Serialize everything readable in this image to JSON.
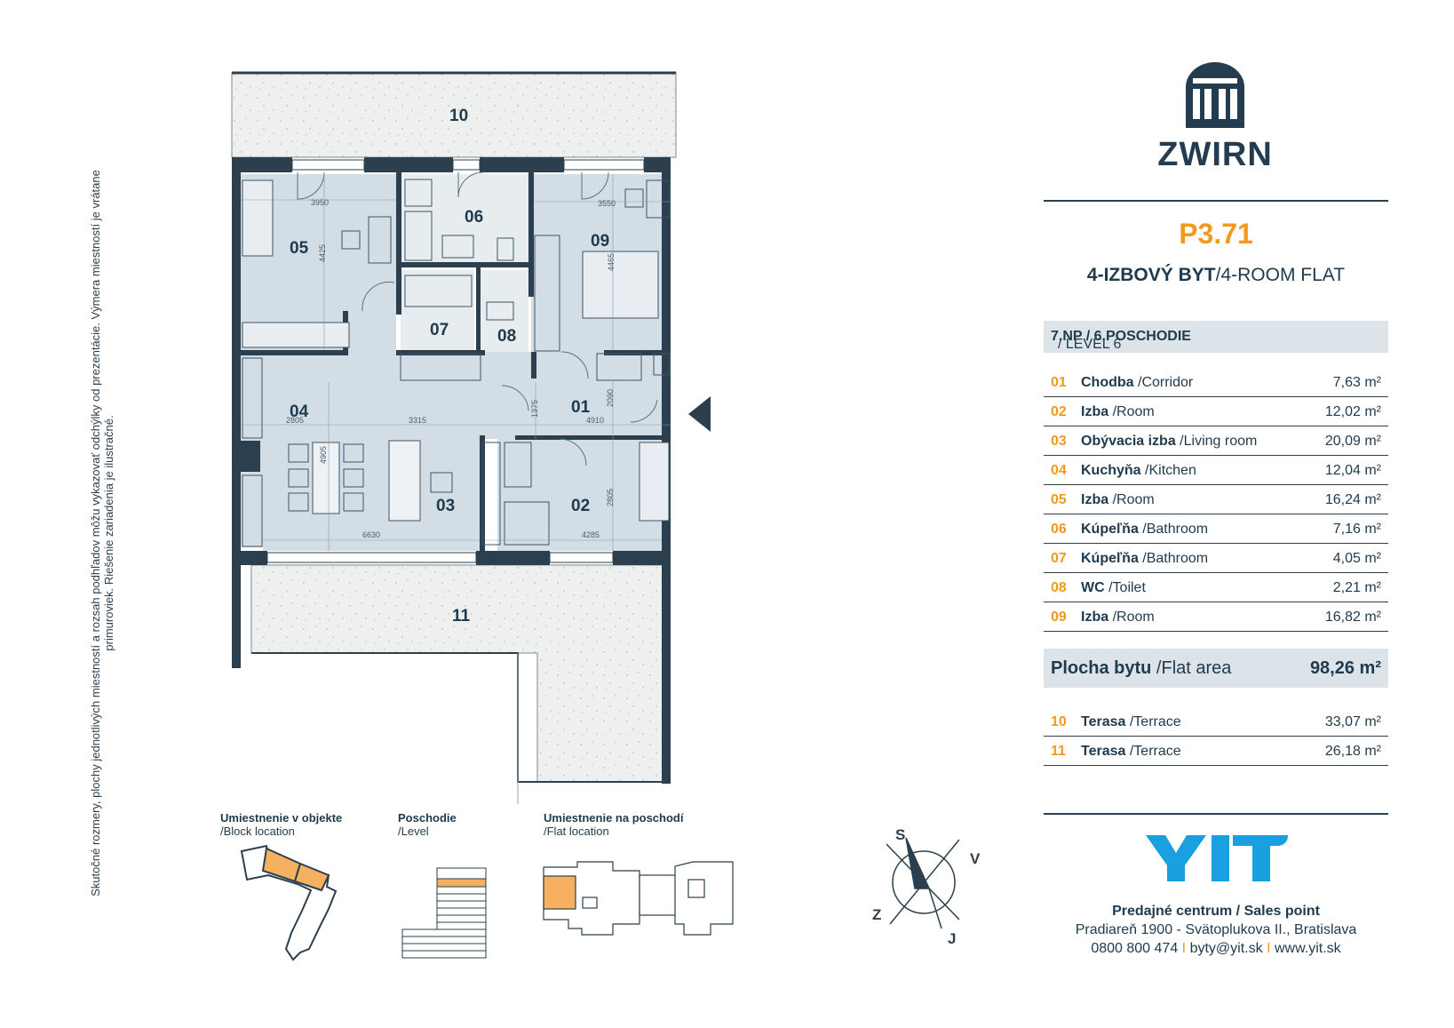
{
  "disclaimer": "Skutočné rozmery, plochy jednotlivých miestností a rozsah podhľadov môžu vykazovať odchýlky od prezentácie. Výmera miestností je vrátane primuroviek. Riešenie zariadenia je ilustračné.",
  "brand": {
    "name": "ZWIRN",
    "logo_icon": "arched-building-icon"
  },
  "flat": {
    "code": "P3.71",
    "type_bold": "4-IZBOVÝ BYT",
    "type_rest": "/4-ROOM FLAT",
    "level_bold": "7.NP / 6.POSCHODIE",
    "level_rest": " / LEVEL 6"
  },
  "rooms": [
    {
      "num": "01",
      "name": "Chodba",
      "en": " /Corridor",
      "area": "7,63 m²"
    },
    {
      "num": "02",
      "name": "Izba",
      "en": " /Room",
      "area": "12,02 m²"
    },
    {
      "num": "03",
      "name": "Obývacia izba",
      "en": " /Living room",
      "area": "20,09 m²"
    },
    {
      "num": "04",
      "name": "Kuchyňa",
      "en": " /Kitchen",
      "area": "12,04 m²"
    },
    {
      "num": "05",
      "name": "Izba",
      "en": " /Room",
      "area": "16,24 m²"
    },
    {
      "num": "06",
      "name": "Kúpeľňa",
      "en": " /Bathroom",
      "area": "7,16 m²"
    },
    {
      "num": "07",
      "name": "Kúpeľňa",
      "en": " /Bathroom",
      "area": "4,05 m²"
    },
    {
      "num": "08",
      "name": "WC",
      "en": " /Toilet",
      "area": "2,21 m²"
    },
    {
      "num": "09",
      "name": "Izba",
      "en": " /Room",
      "area": "16,82 m²"
    }
  ],
  "total": {
    "label_bold": "Plocha bytu",
    "label_rest": " /Flat area",
    "value": "98,26 m²"
  },
  "terraces": [
    {
      "num": "10",
      "name": "Terasa",
      "en": " /Terrace",
      "area": "33,07 m²"
    },
    {
      "num": "11",
      "name": "Terasa",
      "en": " /Terrace",
      "area": "26,18 m²"
    }
  ],
  "plan_labels": {
    "r01": "01",
    "r02": "02",
    "r03": "03",
    "r04": "04",
    "r05": "05",
    "r06": "06",
    "r07": "07",
    "r08": "08",
    "r09": "09",
    "r10": "10",
    "r11": "11"
  },
  "dimensions": {
    "d3950": "3950",
    "d4425": "4425",
    "d3550": "3550",
    "d4465": "4465",
    "d2805a": "2805",
    "d3315": "3315",
    "d4905": "4905",
    "d6630": "6630",
    "d1375": "1375",
    "d2090": "2090",
    "d4910": "4910",
    "d2805b": "2805",
    "d4285": "4285"
  },
  "locators": {
    "block": {
      "title": "Umiestnenie v objekte",
      "sub": "/Block location"
    },
    "level": {
      "title": "Poschodie",
      "sub": "/Level"
    },
    "flat": {
      "title": "Umiestnenie na poschodí",
      "sub": "/Flat location"
    }
  },
  "compass": {
    "s": "S",
    "v": "V",
    "j": "J",
    "z": "Z"
  },
  "yit": {
    "logo": "YIT"
  },
  "sales": {
    "title": "Predajné centrum / Sales point",
    "address": "Pradiareň 1900 - Svätoplukova II., Bratislava",
    "phone": "0800 800 474",
    "email": "byty@yit.sk",
    "web": "www.yit.sk",
    "separator": "I"
  },
  "colors": {
    "accent": "#f29a1f",
    "dark": "#243c4f",
    "room_fill": "#d3dde5",
    "terrace": "#eef0ef",
    "yit_blue": "#1a9fe0"
  }
}
